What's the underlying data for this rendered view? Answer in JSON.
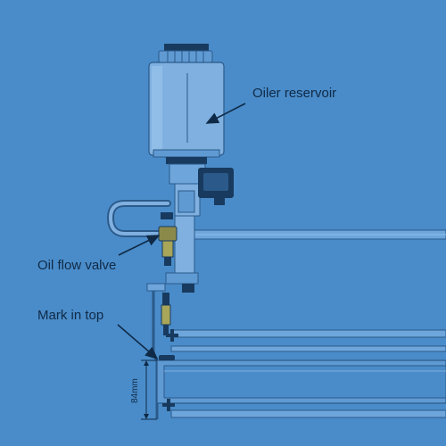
{
  "labels": {
    "reservoir": "Oiler reservoir",
    "valve": "Oil flow valve",
    "mark": "Mark in top",
    "dimension": "84mm"
  },
  "colors": {
    "background": "#4a8cc9",
    "line": "#0f2a47",
    "part_light": "#7fb0df",
    "part_mid": "#5f9ad3",
    "part_dark": "#183a5e"
  }
}
